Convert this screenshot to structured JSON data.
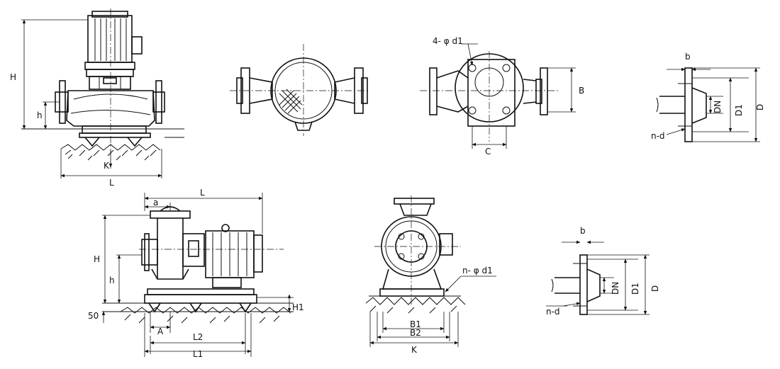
{
  "figures": {
    "vertical_side": {
      "H": "H",
      "h": "h",
      "K": "K",
      "L": "L"
    },
    "flange_top": {
      "b": "b",
      "DN": "DN",
      "D1": "D1",
      "D": "D",
      "nd": "n-d"
    },
    "horizontal_side": {
      "L": "L",
      "a": "a",
      "H": "H",
      "h": "h",
      "H1": "H1",
      "fifty": "50",
      "A": "A",
      "L2": "L2",
      "L1": "L1"
    },
    "horizontal_end": {
      "nphid1": "n- φ d1",
      "B1": "B1",
      "B2": "B2",
      "K": "K"
    },
    "base_top": {
      "hole": "4- φ d1",
      "B": "B",
      "C": "C"
    },
    "flange_bottom": {
      "b": "b",
      "DN": "DN",
      "D1": "D1",
      "D": "D",
      "nd": "n-d"
    }
  },
  "colors": {
    "ink": "#111111",
    "paper": "#ffffff"
  }
}
